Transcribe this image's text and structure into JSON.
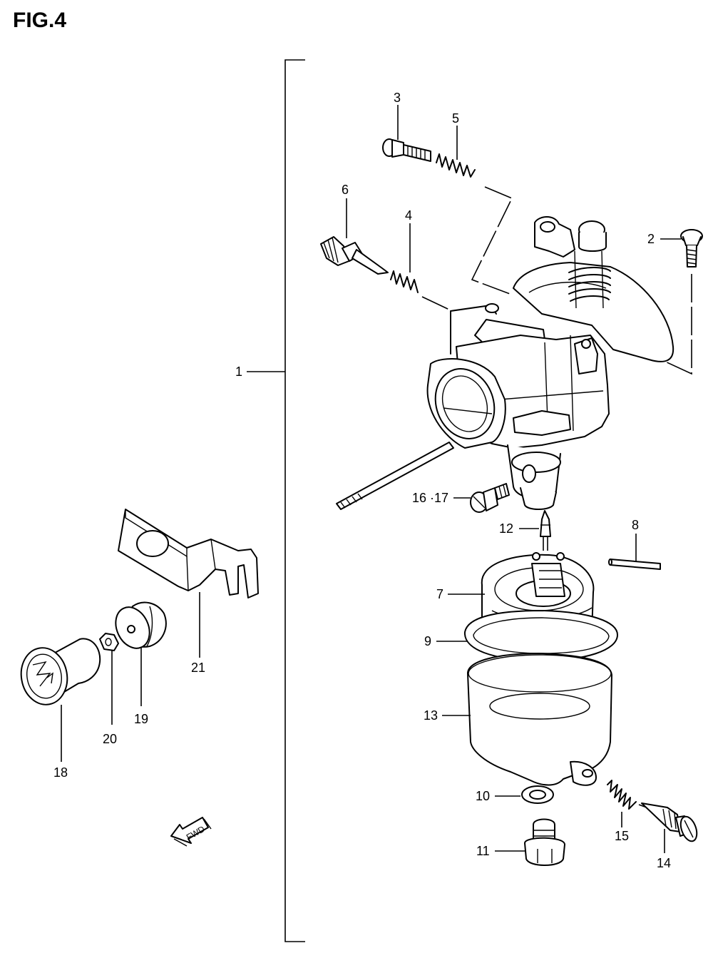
{
  "figure": {
    "title": "FIG.4",
    "fwd_label": "FWD"
  },
  "labels": {
    "p1": "1",
    "p2": "2",
    "p3": "3",
    "p4": "4",
    "p5": "5",
    "p6": "6",
    "p7": "7",
    "p8": "8",
    "p9": "9",
    "p10": "10",
    "p11": "11",
    "p12": "12",
    "p13": "13",
    "p14": "14",
    "p15": "15",
    "p16_17": "16 ·17",
    "p18": "18",
    "p19": "19",
    "p20": "20",
    "p21": "21"
  }
}
